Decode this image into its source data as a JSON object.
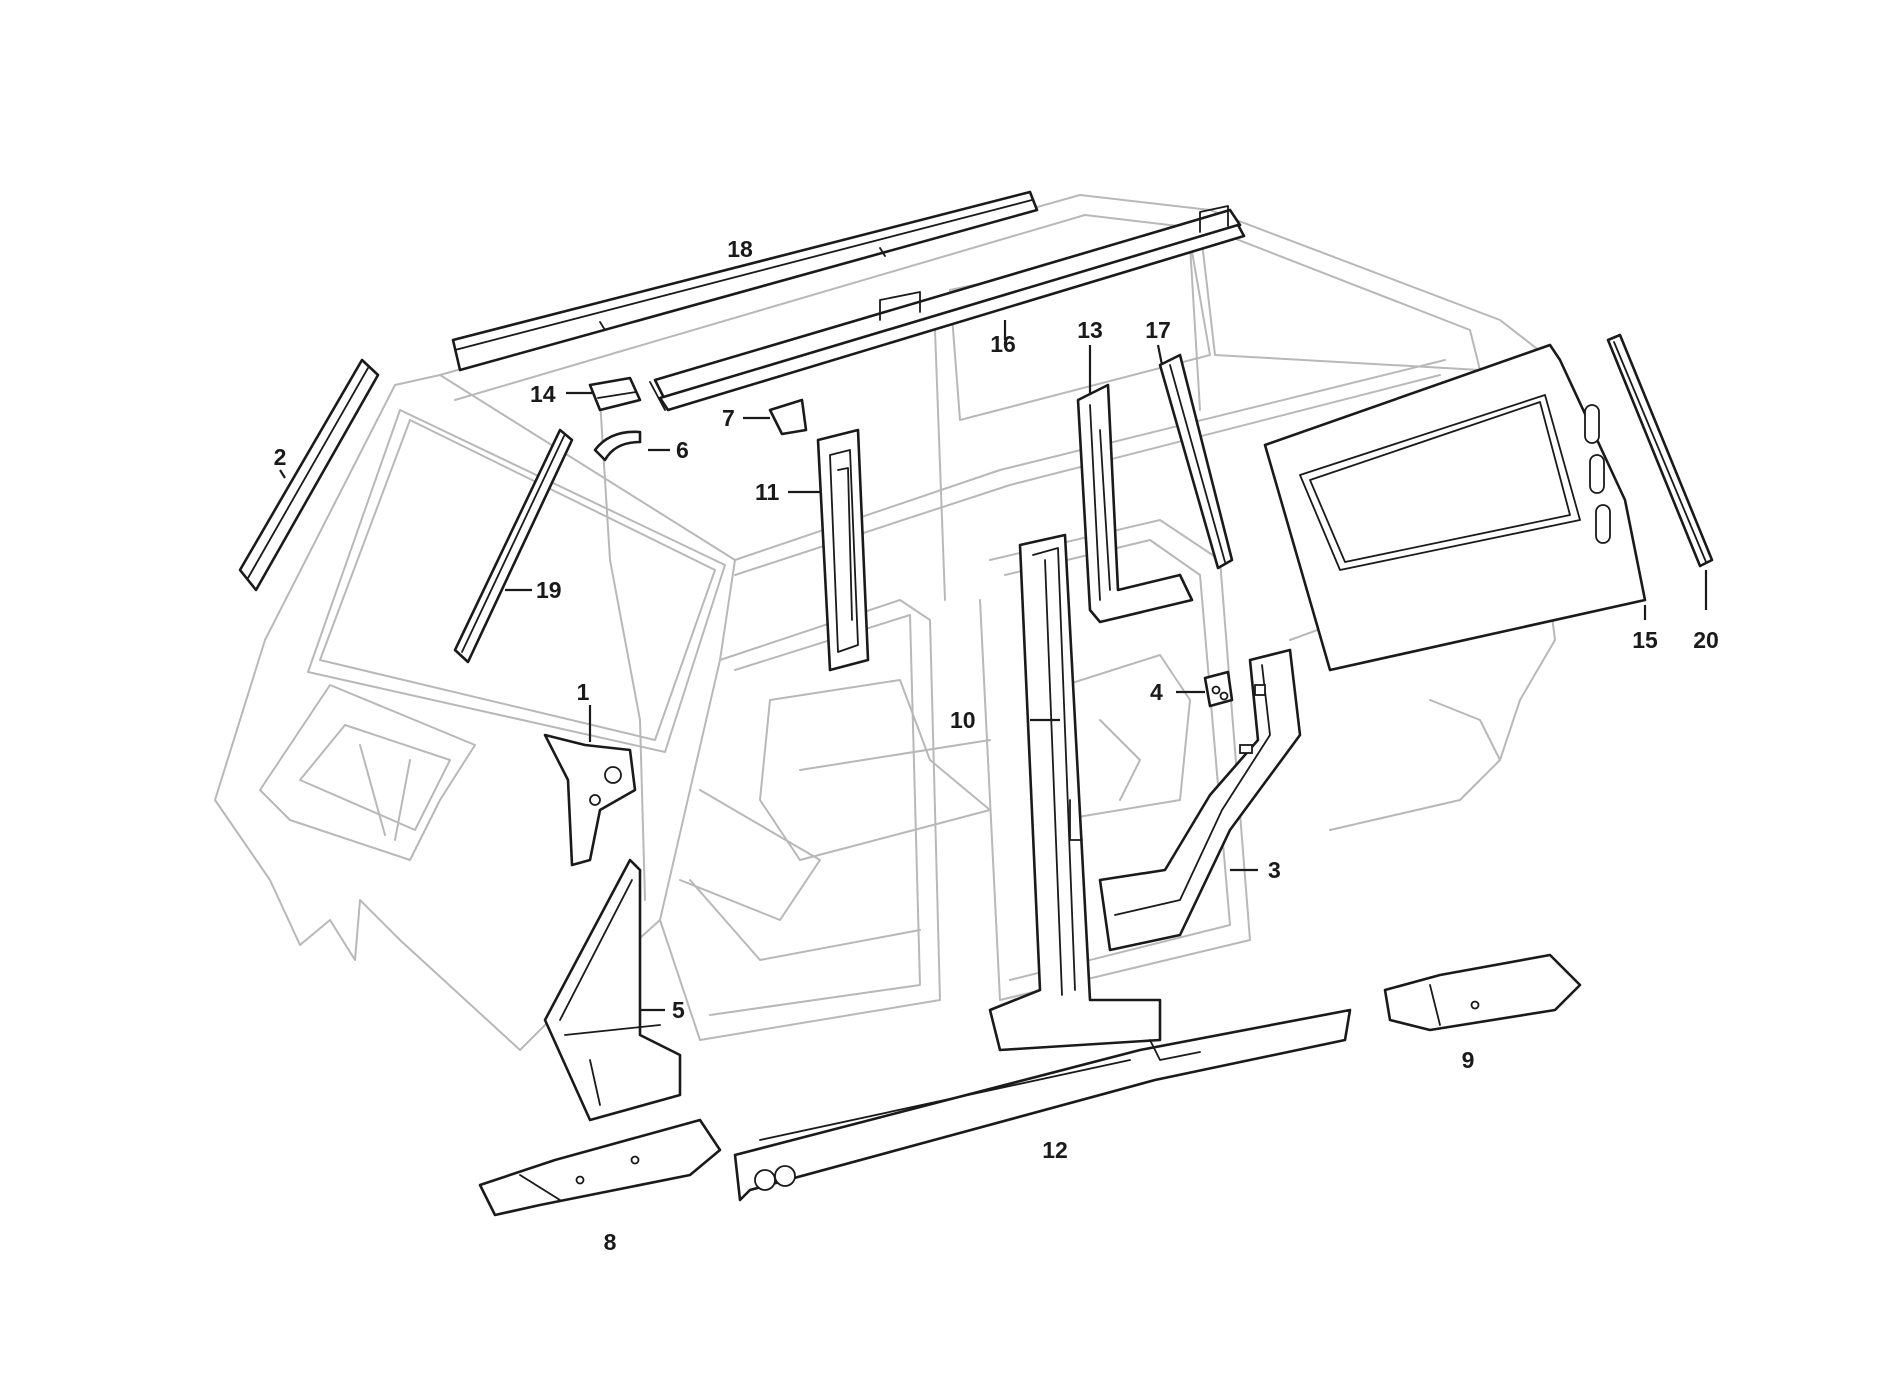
{
  "callouts": [
    {
      "id": "1",
      "label": "1"
    },
    {
      "id": "2",
      "label": "2"
    },
    {
      "id": "3",
      "label": "3"
    },
    {
      "id": "4",
      "label": "4"
    },
    {
      "id": "5",
      "label": "5"
    },
    {
      "id": "6",
      "label": "6"
    },
    {
      "id": "7",
      "label": "7"
    },
    {
      "id": "8",
      "label": "8"
    },
    {
      "id": "9",
      "label": "9"
    },
    {
      "id": "10",
      "label": "10"
    },
    {
      "id": "11",
      "label": "11"
    },
    {
      "id": "12",
      "label": "12"
    },
    {
      "id": "13",
      "label": "13"
    },
    {
      "id": "14",
      "label": "14"
    },
    {
      "id": "15",
      "label": "15"
    },
    {
      "id": "16",
      "label": "16"
    },
    {
      "id": "17",
      "label": "17"
    },
    {
      "id": "18",
      "label": "18"
    },
    {
      "id": "19",
      "label": "19"
    },
    {
      "id": "20",
      "label": "20"
    }
  ],
  "colors": {
    "part_outline": "#1a1a1a",
    "body_outline": "#b8b8b8",
    "background": "#ffffff"
  }
}
